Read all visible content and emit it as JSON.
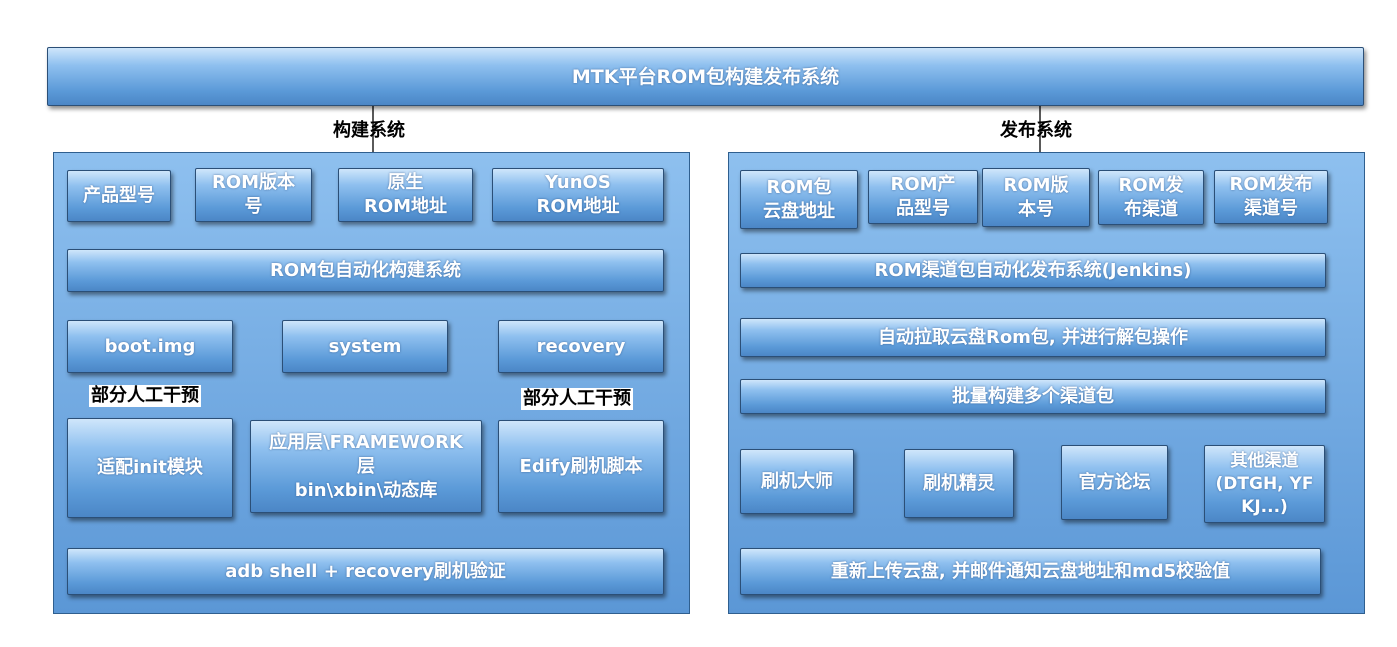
{
  "title": "MTK平台ROM包构建发布系统",
  "build": {
    "heading": "构建系统",
    "inputs": [
      "产品型号",
      "ROM版本\n号",
      "原生\nROM地址",
      "YunOS\nROM地址"
    ],
    "auto": "ROM包自动化构建系统",
    "parts": [
      "boot.img",
      "system",
      "recovery"
    ],
    "manual_label": "部分人工干预",
    "modules": [
      "适配init模块",
      "应用层\\FRAMEWORK\n层\nbin\\xbin\\动态库",
      "Edify刷机脚本"
    ],
    "verify": "adb shell  + recovery刷机验证"
  },
  "release": {
    "heading": "发布系统",
    "inputs": [
      "ROM包\n云盘地址",
      "ROM产\n品型号",
      "ROM版\n本号",
      "ROM发\n布渠道",
      "ROM发布\n渠道号"
    ],
    "auto": "ROM渠道包自动化发布系统(Jenkins)",
    "pull": "自动拉取云盘Rom包, 并进行解包操作",
    "batch": "批量构建多个渠道包",
    "channels": [
      "刷机大师",
      "刷机精灵",
      "官方论坛",
      "其他渠道\n(DTGH, YF\nKJ...)"
    ],
    "upload": "重新上传云盘, 并邮件通知云盘地址和md5校验值"
  }
}
